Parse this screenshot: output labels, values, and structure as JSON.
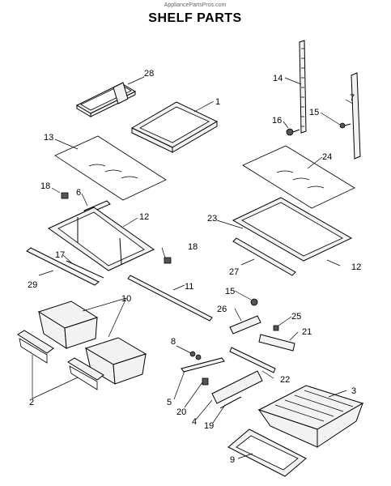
{
  "header": {
    "watermark": "AppliancePartsPros.com",
    "title": "SHELF PARTS"
  },
  "callouts": {
    "c1": "1",
    "c2": "2",
    "c3": "3",
    "c4": "4",
    "c5": "5",
    "c6": "6",
    "c7": "7",
    "c8": "8",
    "c9": "9",
    "c10": "10",
    "c11": "11",
    "c12a": "12",
    "c12b": "12",
    "c13": "13",
    "c14": "14",
    "c15a": "15",
    "c15b": "15",
    "c16": "16",
    "c17": "17",
    "c18a": "18",
    "c18b": "18",
    "c19": "19",
    "c20": "20",
    "c21": "21",
    "c22": "22",
    "c23": "23",
    "c24": "24",
    "c25": "25",
    "c26": "26",
    "c27": "27",
    "c28": "28",
    "c29": "29"
  }
}
